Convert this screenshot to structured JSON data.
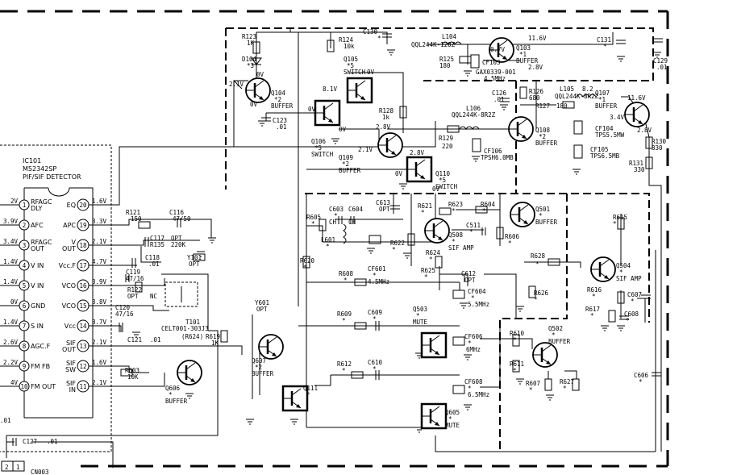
{
  "ic": {
    "name": "IC101",
    "part": "M52342SP",
    "desc": "PIF/SIF DETECTOR",
    "left_pins": [
      {
        "n": "1",
        "name": "RFAGC DLY",
        "v": "2V"
      },
      {
        "n": "2",
        "name": "AFC",
        "v": "3.9V"
      },
      {
        "n": "3",
        "name": "RFAGC OUT",
        "v": "3.4V"
      },
      {
        "n": "4",
        "name": "V IN",
        "v": "1.4V"
      },
      {
        "n": "5",
        "name": "V IN",
        "v": "1.4V"
      },
      {
        "n": "6",
        "name": "GND",
        "v": "0V"
      },
      {
        "n": "7",
        "name": "S IN",
        "v": "1.4V"
      },
      {
        "n": "8",
        "name": "AGC.F",
        "v": "2.6V"
      },
      {
        "n": "9",
        "name": "FM FB",
        "v": "2.2V"
      },
      {
        "n": "10",
        "name": "FM OUT",
        "v": "4V"
      }
    ],
    "right_pins": [
      {
        "n": "20",
        "name": "EQ",
        "v": "1.6V"
      },
      {
        "n": "19",
        "name": "APC",
        "v": "3.3V"
      },
      {
        "n": "18",
        "name": "V OUT",
        "v": "2.1V"
      },
      {
        "n": "17",
        "name": "Vcc.F",
        "v": "4.7V"
      },
      {
        "n": "16",
        "name": "VCO",
        "v": "3.9V"
      },
      {
        "n": "15",
        "name": "VCO",
        "v": "3.8V"
      },
      {
        "n": "14",
        "name": "Vcc",
        "v": "8.7V"
      },
      {
        "n": "13",
        "name": "SIF OUT",
        "v": "2.1V"
      },
      {
        "n": "12",
        "name": "SIF SW",
        "v": "1.6V"
      },
      {
        "n": "11",
        "name": "SIF IN",
        "v": "2.1V"
      }
    ]
  },
  "transistors": [
    {
      "id": "Q104",
      "name": "Q104",
      "note": "*2",
      "role": "BUFFER"
    },
    {
      "id": "Q105",
      "name": "Q105",
      "note": "*5",
      "role": "SWITCH"
    },
    {
      "id": "Q106",
      "name": "Q106",
      "note": "*5",
      "role": "SWITCH"
    },
    {
      "id": "Q109",
      "name": "Q109",
      "note": "*2",
      "role": "BUFFER"
    },
    {
      "id": "Q110",
      "name": "Q110",
      "note": "*5",
      "role": "SWITCH"
    },
    {
      "id": "Q103",
      "name": "Q103",
      "note": "*1",
      "role": "BUFFER"
    },
    {
      "id": "Q108",
      "name": "Q108",
      "note": "*2",
      "role": "BUFFER"
    },
    {
      "id": "Q107",
      "name": "Q107",
      "note": "*1",
      "role": "BUFFER"
    },
    {
      "id": "Q501",
      "name": "Q501",
      "note": "*",
      "role": "BUFFER"
    },
    {
      "id": "Q508",
      "name": "Q508",
      "note": "*",
      "role": "SIF AMP"
    },
    {
      "id": "Q504",
      "name": "Q504",
      "note": "*",
      "role": "SIF AMP"
    },
    {
      "id": "Q503",
      "name": "Q503",
      "note": "*",
      "role": "MUTE"
    },
    {
      "id": "Q605",
      "name": "Q605",
      "note": "*",
      "role": "MUTE"
    },
    {
      "id": "Q502",
      "name": "Q502",
      "note": "*",
      "role": "BUFFER"
    },
    {
      "id": "Q607",
      "name": "Q607",
      "note": "*2",
      "role": "BUFFER"
    },
    {
      "id": "Q111",
      "name": "Q111",
      "note": "*",
      "role": ""
    },
    {
      "id": "Q606",
      "name": "Q606",
      "note": "*",
      "role": "BUFFER"
    }
  ],
  "parts": {
    "r123": "R123",
    "r123v": "1K",
    "d104": "D104",
    "d104v": "*3",
    "r124": "R124",
    "r124v": "10k",
    "c130": "C130",
    "c130v": "*",
    "l104": "L104",
    "l104v": "QQL244K-120Z",
    "r125": "R125",
    "r125v": "180",
    "cf103": "CF103",
    "cf103v": "GAX0339-001",
    "cf103f": "4.5MHz",
    "c131": "C131",
    "c131v": "*",
    "c129": "C129",
    "c129v": ".01",
    "r128": "R128",
    "r128v": "1k",
    "c123": "C123",
    "c123v": ".01",
    "c126": "C126",
    "c126v": ".01",
    "r126": "R126",
    "r126v": "680",
    "r127": "R127",
    "r127v": "180",
    "l105": "L105",
    "l105v": "QQL244K-8R2Z",
    "l106": "L106",
    "l106v": "QQL244K-8R2Z",
    "r129": "R129",
    "r129v": "220",
    "cf106": "CF106",
    "cf106v": "TPSH6.0MB",
    "cf104": "CF104",
    "cf104v": "TPS5.5MW",
    "cf105": "CF105",
    "cf105v": "TPS6.5MB",
    "r130": "R130",
    "r130v": "330",
    "r131": "R131",
    "r131v": "330",
    "r121": "R121",
    "r121v": "150",
    "c116": "C116",
    "c116v": "47/50",
    "c117": "C117",
    "c117v": "OPT",
    "r135": "R135",
    "r135v": "220K",
    "c118": "C118",
    "c118v": ".01",
    "y101": "Y101",
    "y101v": "OPT",
    "c119": "C119",
    "c119v": "47/16",
    "r122": "R122",
    "r122v": "OPT",
    "nc": "NC",
    "c120": "C120",
    "c120v": "47/16",
    "c121": "C121",
    "c121v": ".01",
    "t101": "T101",
    "t101v": "CELT001-303J3",
    "r624": "(R624)",
    "r619": "R619",
    "r619v": "1K",
    "r603": "R603",
    "r603v": "10K",
    "c127": "C127",
    "c127v": ".01",
    "c126b": ".01",
    "r605": "R605",
    "r605v": "*",
    "c603": "C603",
    "c603v": "*",
    "c604": "C604",
    "ch": "CH",
    "l601": "L601",
    "l601v": "*",
    "c613": "C613",
    "c613v": "OPT",
    "r621": "R621",
    "r621v": "*",
    "r623": "R623",
    "r623v": "*",
    "r604": "R604",
    "r604v": "*",
    "c511": "C511",
    "c511v": "*",
    "r606": "R606",
    "r606v": "*",
    "r622": "R622",
    "r622v": "*",
    "r624b": "R624",
    "r624bv": "*",
    "r625": "R625",
    "r625v": "*",
    "c612": "C612",
    "c612v": "OPT",
    "r620": "R620",
    "r620v": "*",
    "r608": "R608",
    "r608v": "*",
    "cf601": "CF601",
    "cf601v": "*",
    "cf601f": "4.5MHz",
    "cf604": "CF604",
    "cf604v": "*",
    "cf604f": "5.5MHz",
    "r615": "R615",
    "r615v": "*",
    "r628": "R628",
    "r628v": "*",
    "r626": "R626",
    "r626v": "*",
    "r616": "R616",
    "r616v": "*",
    "r617": "R617",
    "r617v": "*",
    "c607": "C607",
    "c607v": "*",
    "c608": "C608",
    "c608v": "*",
    "y601": "Y601",
    "y601v": "OPT",
    "r609": "R609",
    "r609v": "*",
    "c609": "C609",
    "c609v": "*",
    "cf606": "CF606",
    "cf606v": "*",
    "cf606f": "6MHz",
    "r610": "R610",
    "r610v": "*",
    "r611": "R611",
    "r611v": "*",
    "r612": "R612",
    "r612v": "*",
    "c610": "C610",
    "c610v": "*",
    "cf608": "CF608",
    "cf608v": "*",
    "cf608f": "6.5MHz",
    "r607": "R607",
    "r607v": "*",
    "r627": "R627",
    "r627v": "*",
    "c606": "C606",
    "c606v": "*",
    "cn003": "CN003",
    "pin2": "2",
    "pin1": "1"
  },
  "volts": {
    "v_0v_d104": "0V",
    "v_21_q104": "2.1V",
    "v_0v_q104": "0V",
    "v_0v_q105": "0V",
    "v_81_q105": "8.1V",
    "v_0v_q106a": "0V",
    "v_0v_q106b": "0V",
    "v_28_q109": "2.8V",
    "v_21_q109": "2.1V",
    "v_28_q110": "2.8V",
    "v_0v_q110a": "0V",
    "v_0v_q110b": "0V",
    "v_07_q103": "0.7V",
    "v_116_q103": "11.6V",
    "v_28_q103": "2.8V",
    "v_82_l105": "8.2",
    "v_116_q107": "11.6V",
    "v_34_q107": "3.4V",
    "v_28_q107": "2.8V"
  }
}
